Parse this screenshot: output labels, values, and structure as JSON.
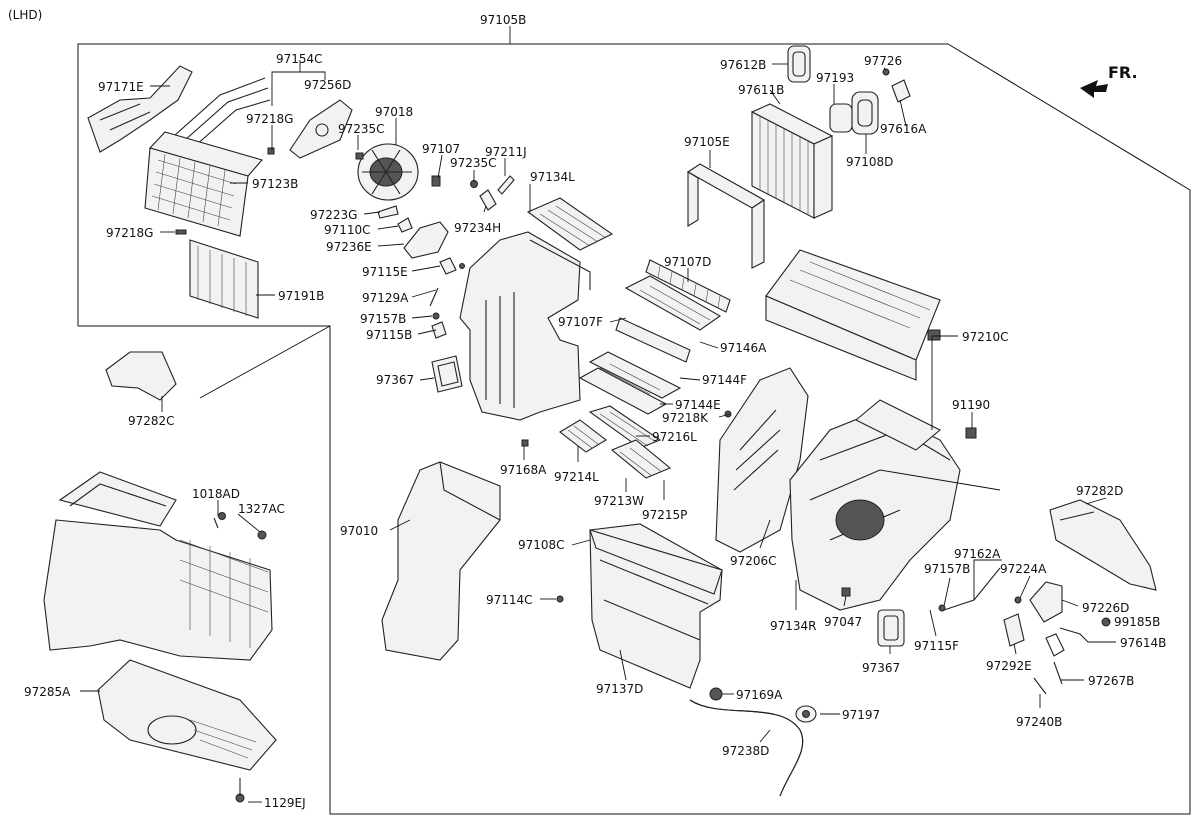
{
  "header": {
    "variant": "(LHD)",
    "direction": "FR."
  },
  "labels": {
    "97105B": "97105B",
    "97154C": "97154C",
    "97256D": "97256D",
    "97171E": "97171E",
    "97218G_a": "97218G",
    "97018": "97018",
    "97235C_a": "97235C",
    "97107": "97107",
    "97235C_b": "97235C",
    "97211J": "97211J",
    "97123B": "97123B",
    "97218G_b": "97218G",
    "97223G": "97223G",
    "97110C": "97110C",
    "97236E": "97236E",
    "97234H": "97234H",
    "97115E": "97115E",
    "97191B": "97191B",
    "97129A": "97129A",
    "97157B_a": "97157B",
    "97115B": "97115B",
    "97134L": "97134L",
    "97107D": "97107D",
    "97107F": "97107F",
    "97146A": "97146A",
    "97144F": "97144F",
    "97144E": "97144E",
    "97218K": "97218K",
    "97216L": "97216L",
    "97214L": "97214L",
    "97213W": "97213W",
    "97215P": "97215P",
    "97168A": "97168A",
    "97367_a": "97367",
    "97282C": "97282C",
    "97612B": "97612B",
    "97611B": "97611B",
    "97193": "97193",
    "97726": "97726",
    "97616A": "97616A",
    "97108D": "97108D",
    "97105E": "97105E",
    "97210C": "97210C",
    "91190": "91190",
    "97282D": "97282D",
    "97206C": "97206C",
    "97162A": "97162A",
    "97157B_b": "97157B",
    "97224A": "97224A",
    "97226D": "97226D",
    "99185B": "99185B",
    "97614B": "97614B",
    "97134R": "97134R",
    "97047": "97047",
    "97115F": "97115F",
    "97367_b": "97367",
    "97292E": "97292E",
    "97267B": "97267B",
    "97240B": "97240B",
    "1018AD": "1018AD",
    "1327AC": "1327AC",
    "97010": "97010",
    "97108C": "97108C",
    "97114C": "97114C",
    "97137D": "97137D",
    "97169A": "97169A",
    "97197": "97197",
    "97238D": "97238D",
    "97285A": "97285A",
    "1129EJ": "1129EJ"
  }
}
